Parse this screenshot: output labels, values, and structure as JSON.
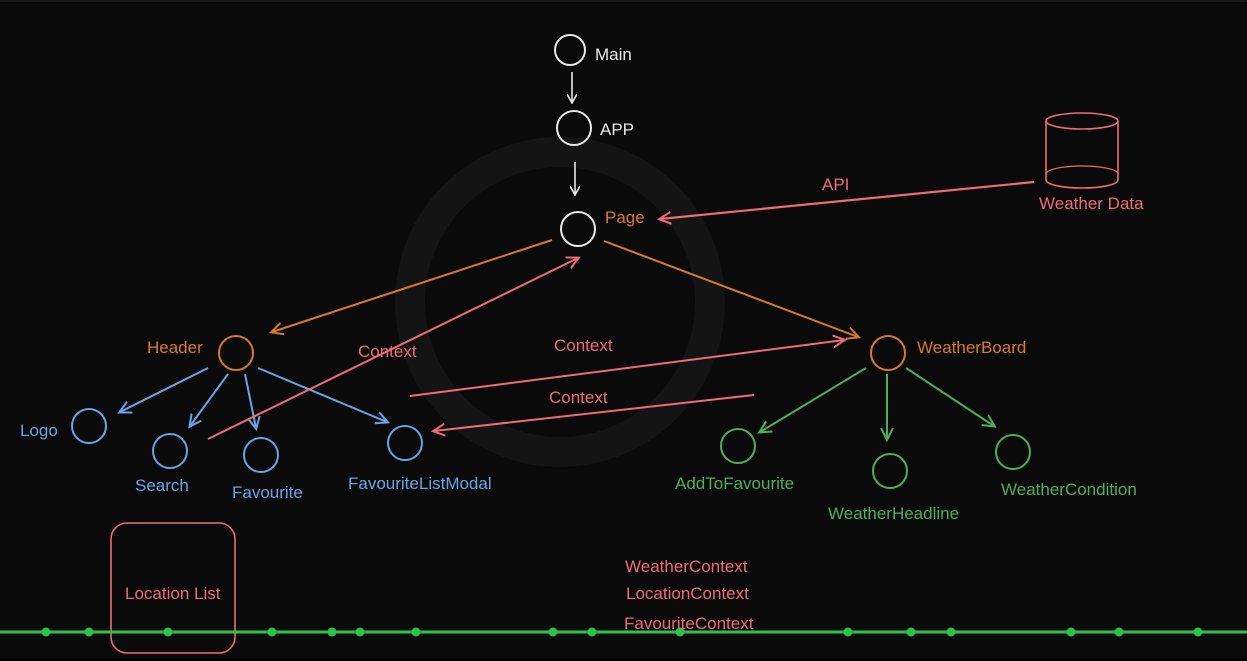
{
  "nodes": {
    "main": "Main",
    "app": "APP",
    "page": "Page",
    "header": "Header",
    "weatherboard": "WeatherBoard",
    "logo": "Logo",
    "search": "Search",
    "favourite": "Favourite",
    "favourite_list_modal": "FavouriteListModal",
    "add_to_favourite": "AddToFavourite",
    "weather_headline": "WeatherHeadline",
    "weather_condition": "WeatherCondition",
    "weather_data": "Weather Data",
    "location_list": "Location List"
  },
  "edges": {
    "api": "API",
    "context_search_page": "Context",
    "context_modal_board": "Context",
    "context_board_modal": "Context"
  },
  "contexts": [
    "WeatherContext",
    "LocationContext",
    "FavouriteContext"
  ],
  "colors": {
    "white": "#e8e8e8",
    "orange": "#d97a2b",
    "blue": "#6aa3e6",
    "green": "#4fae5a",
    "red": "#ee6b78",
    "timeline": "#2ec24a"
  }
}
